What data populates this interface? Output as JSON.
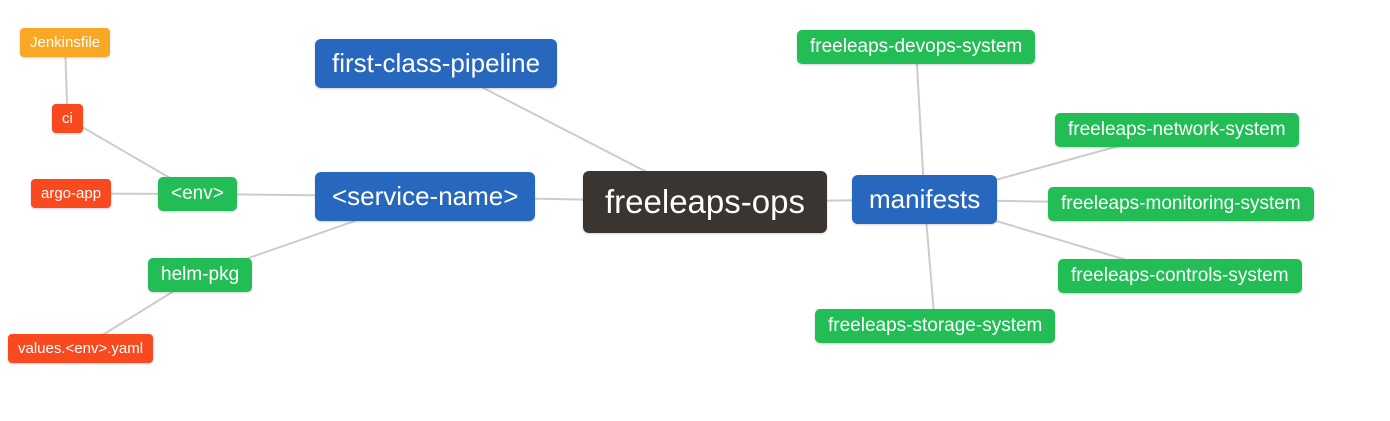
{
  "diagram": {
    "type": "mindmap",
    "root": "freeleaps-ops",
    "palette": {
      "blue": "#2767bd",
      "green": "#23bd55",
      "red": "#f8491f",
      "orange": "#f9a825",
      "dark": "#3a3531",
      "edge": "#cccccc",
      "text": "#ffffff",
      "background": "#ffffff"
    },
    "nodes": [
      {
        "id": "jenkinsfile",
        "label": "Jenkinsfile",
        "color": "orange"
      },
      {
        "id": "ci",
        "label": "ci",
        "color": "red"
      },
      {
        "id": "argo-app",
        "label": "argo-app",
        "color": "red"
      },
      {
        "id": "env",
        "label": "<env>",
        "color": "green"
      },
      {
        "id": "helm-pkg",
        "label": "helm-pkg",
        "color": "green"
      },
      {
        "id": "values-env-yaml",
        "label": "values.<env>.yaml",
        "color": "red"
      },
      {
        "id": "first-class-pipeline",
        "label": "first-class-pipeline",
        "color": "blue"
      },
      {
        "id": "service-name",
        "label": "<service-name>",
        "color": "blue"
      },
      {
        "id": "freeleaps-ops",
        "label": "freeleaps-ops",
        "color": "dark"
      },
      {
        "id": "manifests",
        "label": "manifests",
        "color": "blue"
      },
      {
        "id": "freeleaps-devops-system",
        "label": "freeleaps-devops-system",
        "color": "green"
      },
      {
        "id": "freeleaps-network-system",
        "label": "freeleaps-network-system",
        "color": "green"
      },
      {
        "id": "freeleaps-monitoring-system",
        "label": "freeleaps-monitoring-system",
        "color": "green"
      },
      {
        "id": "freeleaps-controls-system",
        "label": "freeleaps-controls-system",
        "color": "green"
      },
      {
        "id": "freeleaps-storage-system",
        "label": "freeleaps-storage-system",
        "color": "green"
      }
    ],
    "edges": [
      {
        "from": "jenkinsfile",
        "to": "ci"
      },
      {
        "from": "ci",
        "to": "env"
      },
      {
        "from": "argo-app",
        "to": "env"
      },
      {
        "from": "env",
        "to": "service-name"
      },
      {
        "from": "service-name",
        "to": "helm-pkg"
      },
      {
        "from": "helm-pkg",
        "to": "values-env-yaml"
      },
      {
        "from": "service-name",
        "to": "freeleaps-ops"
      },
      {
        "from": "first-class-pipeline",
        "to": "freeleaps-ops"
      },
      {
        "from": "freeleaps-ops",
        "to": "manifests"
      },
      {
        "from": "freeleaps-devops-system",
        "to": "manifests"
      },
      {
        "from": "manifests",
        "to": "freeleaps-network-system"
      },
      {
        "from": "manifests",
        "to": "freeleaps-monitoring-system"
      },
      {
        "from": "manifests",
        "to": "freeleaps-controls-system"
      },
      {
        "from": "manifests",
        "to": "freeleaps-storage-system"
      }
    ]
  }
}
